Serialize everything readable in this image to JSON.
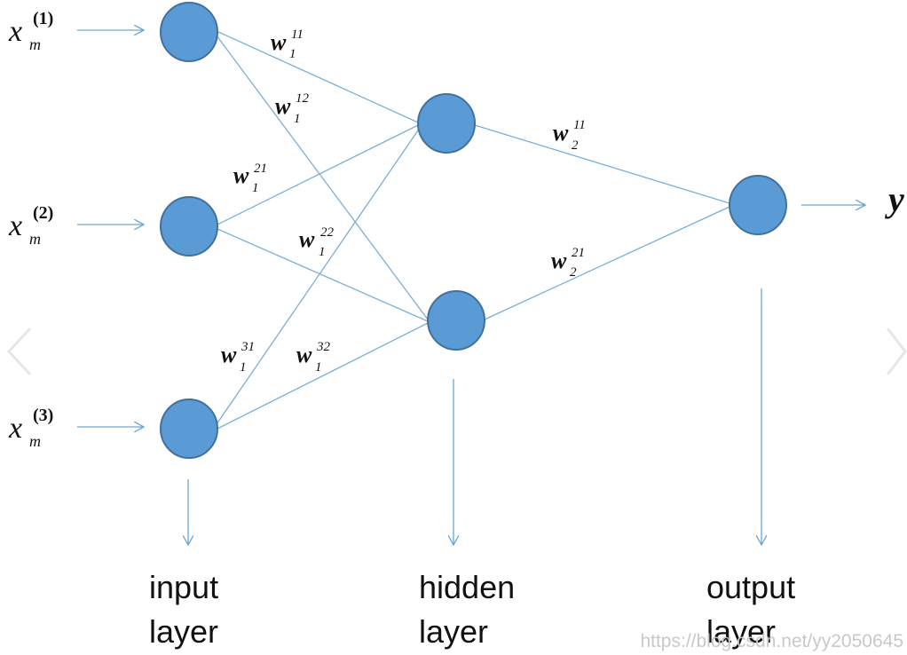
{
  "colors": {
    "node_fill": "#5b9bd5",
    "node_stroke": "#41719c",
    "line": "#7bafd9",
    "arrow": "#6aa6d6",
    "nav_arrow": "#e6e6e6"
  },
  "inputs": [
    {
      "symbol": "x",
      "sub": "m",
      "sup": "(1)"
    },
    {
      "symbol": "x",
      "sub": "m",
      "sup": "(2)"
    },
    {
      "symbol": "x",
      "sub": "m",
      "sup": "(3)"
    }
  ],
  "output_symbol": "y",
  "weights": [
    {
      "base": "w",
      "sub": "1",
      "sup": "11"
    },
    {
      "base": "w",
      "sub": "1",
      "sup": "12"
    },
    {
      "base": "w",
      "sub": "1",
      "sup": "21"
    },
    {
      "base": "w",
      "sub": "1",
      "sup": "22"
    },
    {
      "base": "w",
      "sub": "1",
      "sup": "31"
    },
    {
      "base": "w",
      "sub": "1",
      "sup": "32"
    },
    {
      "base": "w",
      "sub": "2",
      "sup": "11"
    },
    {
      "base": "w",
      "sub": "2",
      "sup": "21"
    }
  ],
  "layers": [
    {
      "line1": "input",
      "line2": "layer"
    },
    {
      "line1": "hidden",
      "line2": "layer"
    },
    {
      "line1": "output",
      "line2": "layer"
    }
  ],
  "watermark": "https://blog.csdn.net/yy2050645",
  "icons": {
    "prev": "chevron-left-icon",
    "next": "chevron-right-icon"
  }
}
